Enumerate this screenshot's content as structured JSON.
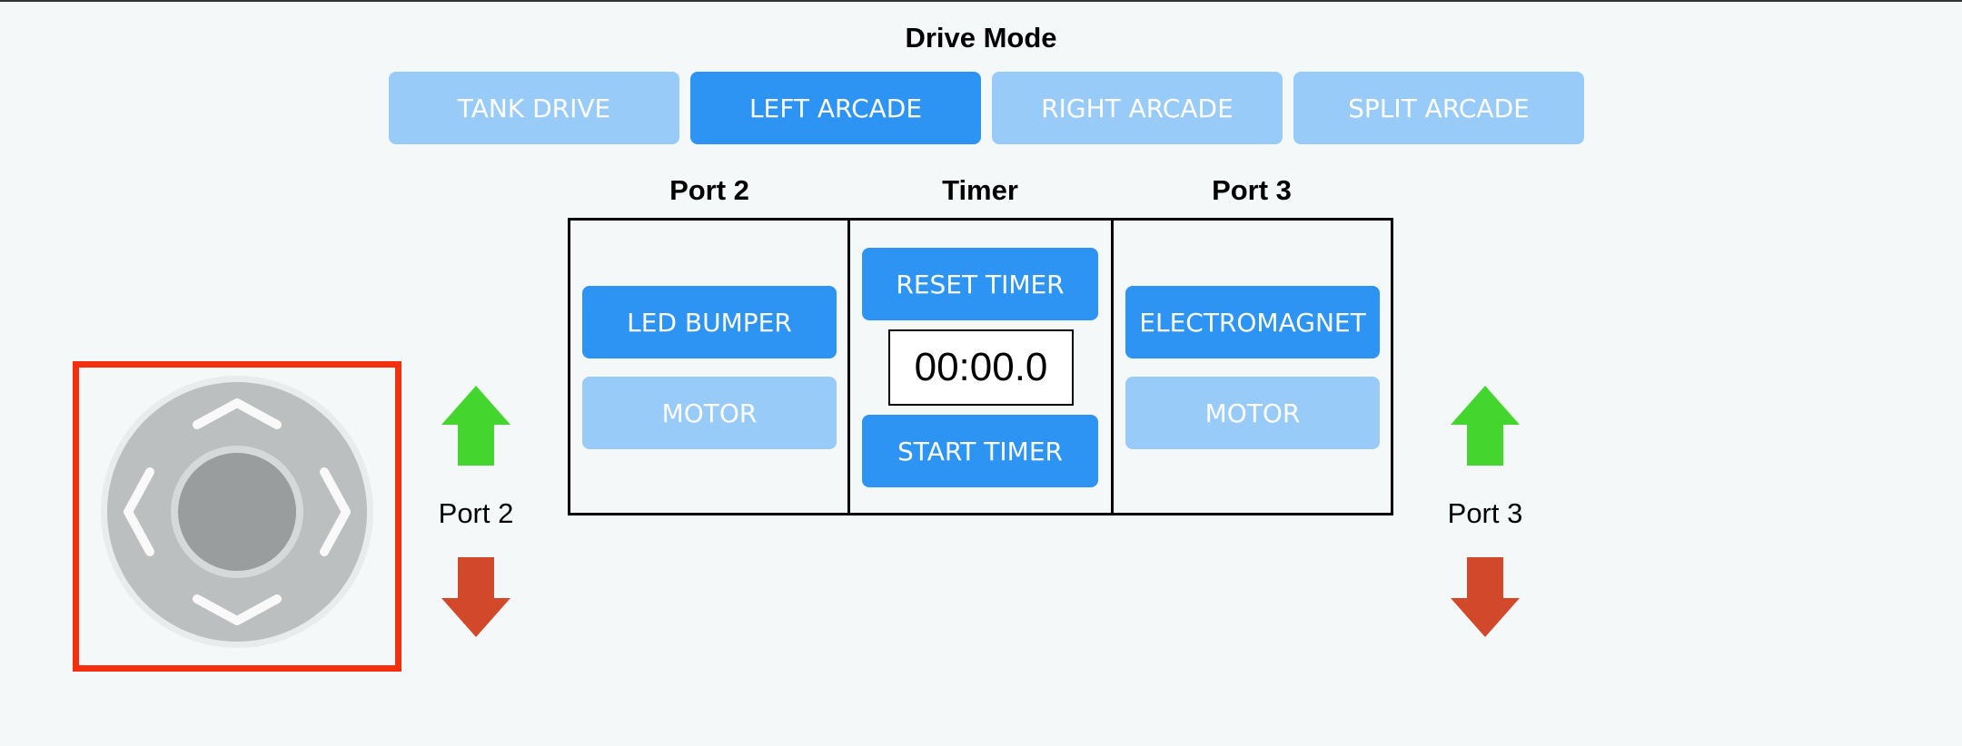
{
  "drive_mode": {
    "title": "Drive Mode",
    "modes": [
      {
        "label": "TANK DRIVE",
        "active": false
      },
      {
        "label": "LEFT ARCADE",
        "active": true
      },
      {
        "label": "RIGHT ARCADE",
        "active": false
      },
      {
        "label": "SPLIT ARCADE",
        "active": false
      }
    ]
  },
  "panel": {
    "port2": {
      "title": "Port 2",
      "buttons": [
        {
          "label": "LED BUMPER",
          "active": true
        },
        {
          "label": "MOTOR",
          "active": false
        }
      ]
    },
    "timer": {
      "title": "Timer",
      "reset_label": "RESET TIMER",
      "display": "00:00.0",
      "start_label": "START TIMER"
    },
    "port3": {
      "title": "Port 3",
      "buttons": [
        {
          "label": "ELECTROMAGNET",
          "active": true
        },
        {
          "label": "MOTOR",
          "active": false
        }
      ]
    }
  },
  "port_controls": {
    "left": {
      "label": "Port 2"
    },
    "right": {
      "label": "Port 3"
    }
  },
  "icons": {
    "joystick": "joystick-dpad-icon",
    "up": "arrow-up-icon",
    "down": "arrow-down-icon"
  },
  "colors": {
    "active_blue": "#2e94f4",
    "inactive_blue": "#98cbf7",
    "arrow_up": "#44d52f",
    "arrow_down": "#d2482a",
    "highlight_frame": "#f52f0e"
  }
}
